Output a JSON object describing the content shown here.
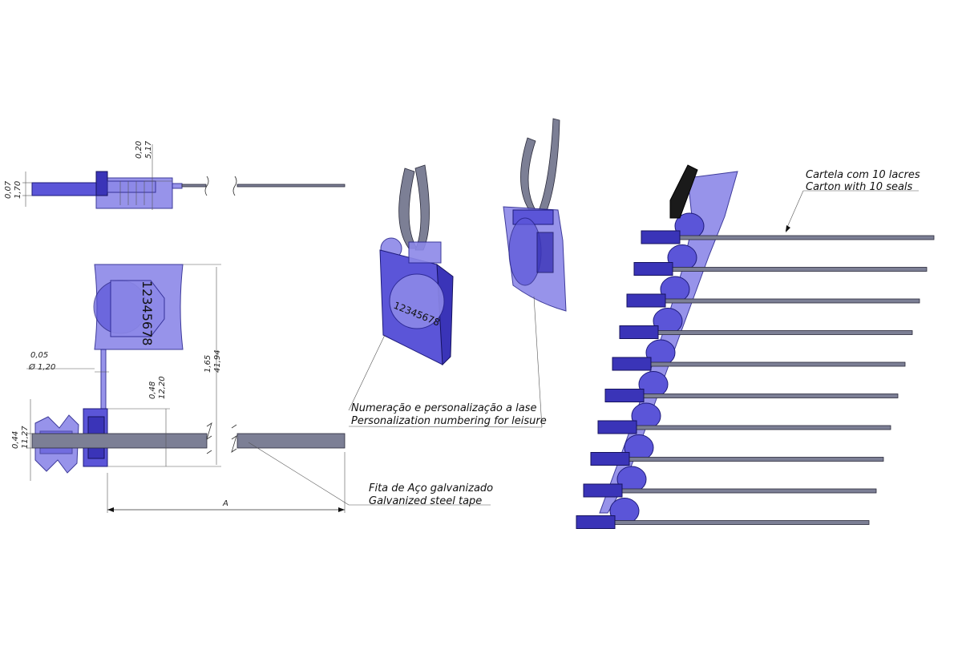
{
  "dimensions": {
    "top_height_in": "0,07",
    "top_height_mm": "1,70",
    "top_tab_in": "0,20",
    "top_tab_mm": "5,17",
    "wire_dia_in": "0,05",
    "wire_dia_mm": "Ø 1,20",
    "lock_height_in": "0,48",
    "lock_height_mm": "12,20",
    "total_height_in": "1,65",
    "total_height_mm": "41,94",
    "lock_width_in": "0,44",
    "lock_width_mm": "11,27",
    "length_label": "A"
  },
  "seal_number": "12345678",
  "seal_number_3d": "12345678",
  "notes": {
    "laser_pt": "Numeração e personalização a lase",
    "laser_en": "Personalization numbering for leisure",
    "steel_pt": "Fita de Aço galvanizado",
    "steel_en": "Galvanized steel tape",
    "carton_pt": "Cartela com 10 lacres",
    "carton_en": "Carton with 10 seals"
  },
  "carton_seal_count": 10,
  "colors": {
    "seal_blue": "#5b55d8",
    "seal_blue_dark": "#3a34b8",
    "steel_tape": "#7c7f95",
    "clip_black": "#1a1a1a"
  }
}
